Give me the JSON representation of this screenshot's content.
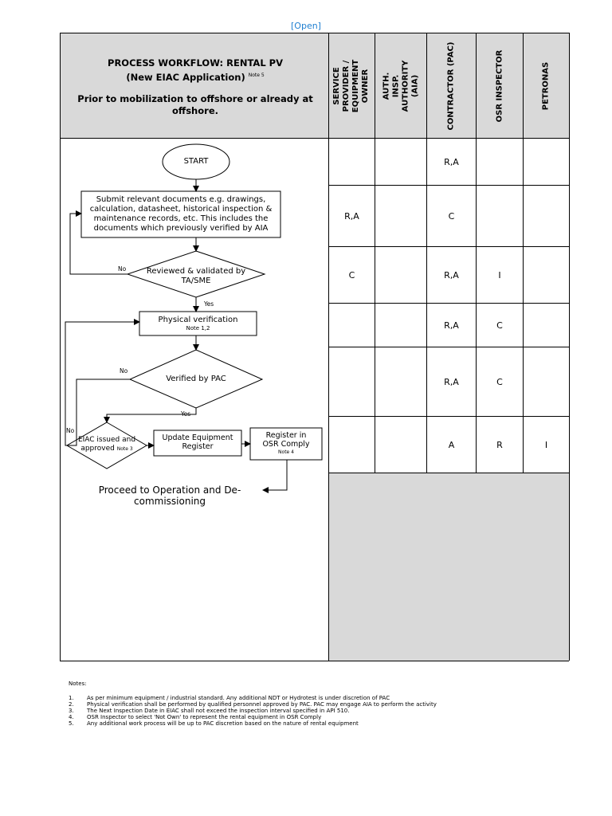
{
  "classification": "[Open]",
  "header": {
    "title_line1": "PROCESS WORKFLOW: RENTAL PV",
    "title_line2": "(New EIAC Application)",
    "title_note": "Note 5",
    "subtitle": "Prior to mobilization to offshore or already at offshore."
  },
  "columns": [
    "SERVICE PROVIDER / EQUIPMENT OWNER",
    "AUTH. INSP. AUTHORITY (AIA)",
    "CONTRACTOR (PAC)",
    "OSR INSPECTOR",
    "PETRONAS"
  ],
  "rows": [
    [
      "",
      "",
      "R,A",
      "",
      ""
    ],
    [
      "R,A",
      "",
      "C",
      "",
      ""
    ],
    [
      "C",
      "",
      "R,A",
      "I",
      ""
    ],
    [
      "",
      "",
      "R,A",
      "C",
      ""
    ],
    [
      "",
      "",
      "R,A",
      "C",
      ""
    ],
    [
      "",
      "",
      "A",
      "R",
      "I"
    ]
  ],
  "flow": {
    "start": "START",
    "submit": "Submit relevant documents e.g. drawings, calculation, datasheet, historical inspection & maintenance records, etc. This includes the documents which previously verified by AIA",
    "reviewed": "Reviewed & validated by TA/SME",
    "physical": "Physical verification",
    "physical_note": "Note 1,2",
    "verified": "Verified by PAC",
    "eiac_line1": "EIAC issued and",
    "eiac_line2": "approved",
    "eiac_note": "Note 3",
    "update": "Update Equipment Register",
    "register_line1": "Register in",
    "register_line2": "OSR Comply",
    "register_note": "Note 4",
    "proceed": "Proceed to Operation and De-commissioning",
    "label_no": "No",
    "label_yes": "Yes"
  },
  "notes": {
    "title": "Notes:",
    "items": [
      {
        "num": "1.",
        "text": "As per minimum equipment / industrial standard. Any additional NDT or Hydrotest is under discretion of PAC"
      },
      {
        "num": "2.",
        "text": "Physical verification shall be performed by qualified personnel approved by PAC. PAC may engage AIA to perform the activity"
      },
      {
        "num": "3.",
        "text": "The Next Inspection Date in EIAC shall not exceed the inspection interval specified in API 510."
      },
      {
        "num": "4.",
        "text": "OSR Inspector to select 'Not Own' to represent the rental equipment in OSR Comply"
      },
      {
        "num": "5.",
        "text": "Any additional work process will be up to PAC discretion based on the nature of rental equipment"
      }
    ]
  }
}
